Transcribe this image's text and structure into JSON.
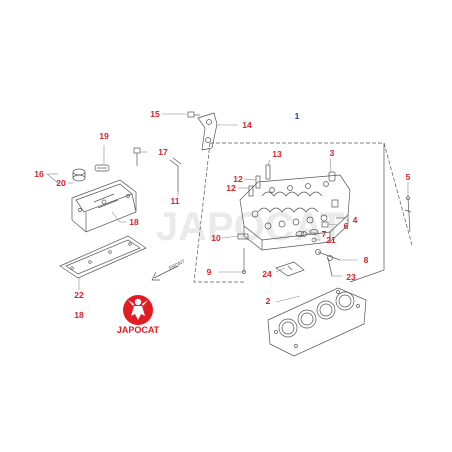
{
  "colors": {
    "callout_red": "#e0202a",
    "callout_blue": "#1f3fa8",
    "line": "#555555",
    "leader": "#888888",
    "logo_red": "#e31b23",
    "logo_text": "#e31b23",
    "watermark": "#d9d9d9"
  },
  "watermark": {
    "text": "JAPOCAT"
  },
  "logo": {
    "text": "JAPOCAT",
    "icon": "samurai-icon"
  },
  "front_label": "FRONT",
  "callouts": [
    {
      "id": "c1",
      "label": "1",
      "color": "blue"
    },
    {
      "id": "c2",
      "label": "2",
      "color": "red"
    },
    {
      "id": "c3",
      "label": "3",
      "color": "red"
    },
    {
      "id": "c4",
      "label": "4",
      "color": "red"
    },
    {
      "id": "c5",
      "label": "5",
      "color": "red"
    },
    {
      "id": "c6",
      "label": "6",
      "color": "red"
    },
    {
      "id": "c7",
      "label": "7",
      "color": "red"
    },
    {
      "id": "c8",
      "label": "8",
      "color": "red"
    },
    {
      "id": "c9",
      "label": "9",
      "color": "red"
    },
    {
      "id": "c10",
      "label": "10",
      "color": "red"
    },
    {
      "id": "c11",
      "label": "11",
      "color": "red"
    },
    {
      "id": "c12a",
      "label": "12",
      "color": "red"
    },
    {
      "id": "c12b",
      "label": "12",
      "color": "red"
    },
    {
      "id": "c13",
      "label": "13",
      "color": "red"
    },
    {
      "id": "c14",
      "label": "14",
      "color": "red"
    },
    {
      "id": "c15",
      "label": "15",
      "color": "red"
    },
    {
      "id": "c16",
      "label": "16",
      "color": "red"
    },
    {
      "id": "c17",
      "label": "17",
      "color": "red"
    },
    {
      "id": "c18a",
      "label": "18",
      "color": "red"
    },
    {
      "id": "c18b",
      "label": "18",
      "color": "red"
    },
    {
      "id": "c19",
      "label": "19",
      "color": "red"
    },
    {
      "id": "c20",
      "label": "20",
      "color": "red"
    },
    {
      "id": "c21",
      "label": "21",
      "color": "red"
    },
    {
      "id": "c22",
      "label": "22",
      "color": "red"
    },
    {
      "id": "c23",
      "label": "23",
      "color": "red"
    },
    {
      "id": "c24",
      "label": "24",
      "color": "red"
    }
  ]
}
